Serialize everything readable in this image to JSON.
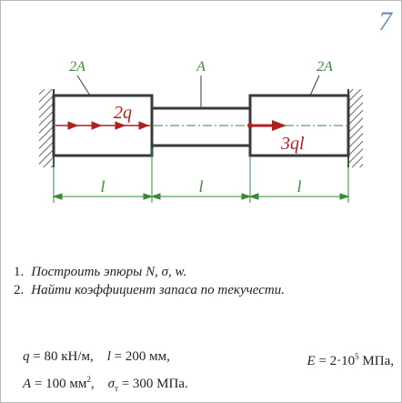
{
  "card_number": "7",
  "diagram": {
    "labels": {
      "left_area": "2A",
      "middle_area": "A",
      "right_area": "2A",
      "distributed_load": "2q",
      "point_force": "3ql",
      "span_1": "l",
      "span_2": "l",
      "span_3": "l"
    },
    "colors": {
      "outline": "#3a3a3a",
      "load": "#b02020",
      "dimension": "#3a8a3a",
      "label": "#3a8a3a"
    }
  },
  "tasks": [
    {
      "num": "1.",
      "text": "Построить эпюры N, σ, w."
    },
    {
      "num": "2.",
      "text": "Найти коэффициент запаса по текучести."
    }
  ],
  "given": {
    "q_sym": "q",
    "q_val": " = 80 кН/м,",
    "l_sym": "l",
    "l_val": " = 200 мм,",
    "E_sym": "E",
    "E_val_a": " = 2·10",
    "E_exp": "5",
    "E_val_b": " МПа,",
    "A_sym": "A",
    "A_val_a": " = 100 мм",
    "A_exp": "2",
    "A_val_b": ",",
    "s_sym": "σ",
    "s_sub": "т",
    "s_val": " = 300 МПа."
  }
}
